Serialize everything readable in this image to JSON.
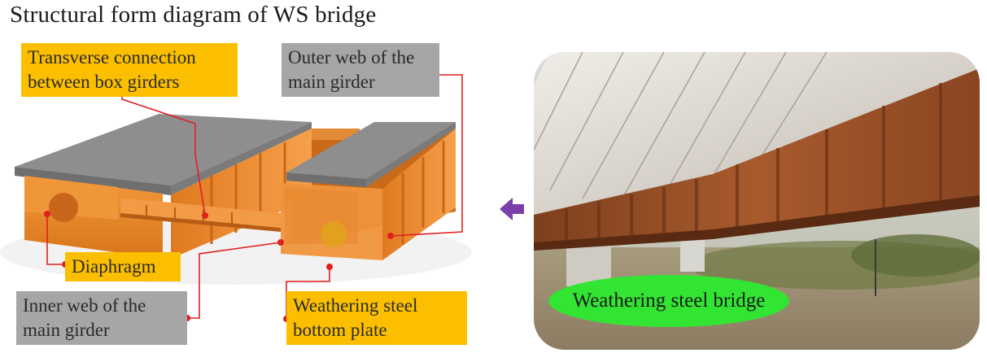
{
  "title": "Structural form diagram of WS bridge",
  "labels": {
    "transverse_connection": "Transverse connection between box girders",
    "outer_web": "Outer web of the main girder",
    "diaphragm": "Diaphragm",
    "inner_web": "Inner web of the main girder",
    "bottom_plate": "Weathering steel bottom plate"
  },
  "photo_label": "Weathering steel bridge",
  "colors": {
    "steel_orange": "#e8862a",
    "deck_gray": "#8e8e8e",
    "label_yellow": "#fcbf00",
    "label_gray": "#a6a6a6",
    "leader_red": "#e02020",
    "photo_label_green": "#33e533",
    "arrow_purple": "#7a3fa8"
  },
  "icons": {
    "direction_arrow": "arrow-left-icon"
  }
}
